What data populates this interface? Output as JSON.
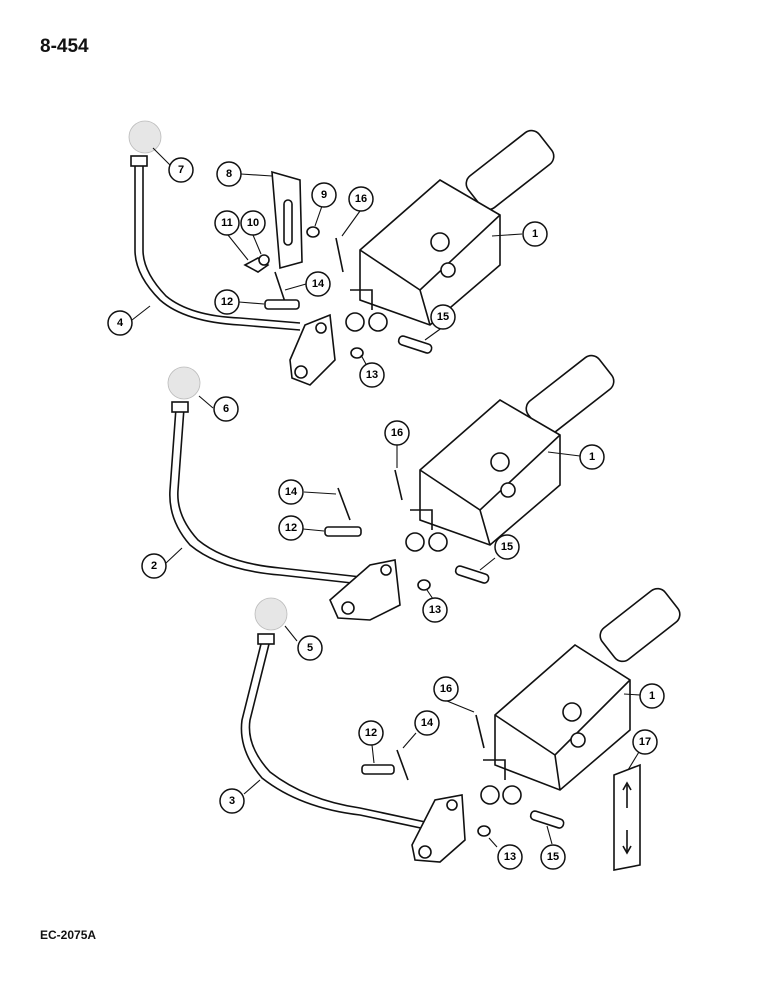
{
  "header": {
    "page_id": "8-454"
  },
  "footer": {
    "ref_code": "EC-2075A"
  },
  "callouts": {
    "c1a": "1",
    "c1b": "1",
    "c1c": "1",
    "c2": "2",
    "c3": "3",
    "c4": "4",
    "c5": "5",
    "c6": "6",
    "c7": "7",
    "c8": "8",
    "c9": "9",
    "c10": "10",
    "c11": "11",
    "c12a": "12",
    "c12b": "12",
    "c12c": "12",
    "c13a": "13",
    "c13b": "13",
    "c13c": "13",
    "c14a": "14",
    "c14b": "14",
    "c14c": "14",
    "c15a": "15",
    "c15b": "15",
    "c15c": "15",
    "c16a": "16",
    "c16b": "16",
    "c16c": "16",
    "c17": "17"
  }
}
